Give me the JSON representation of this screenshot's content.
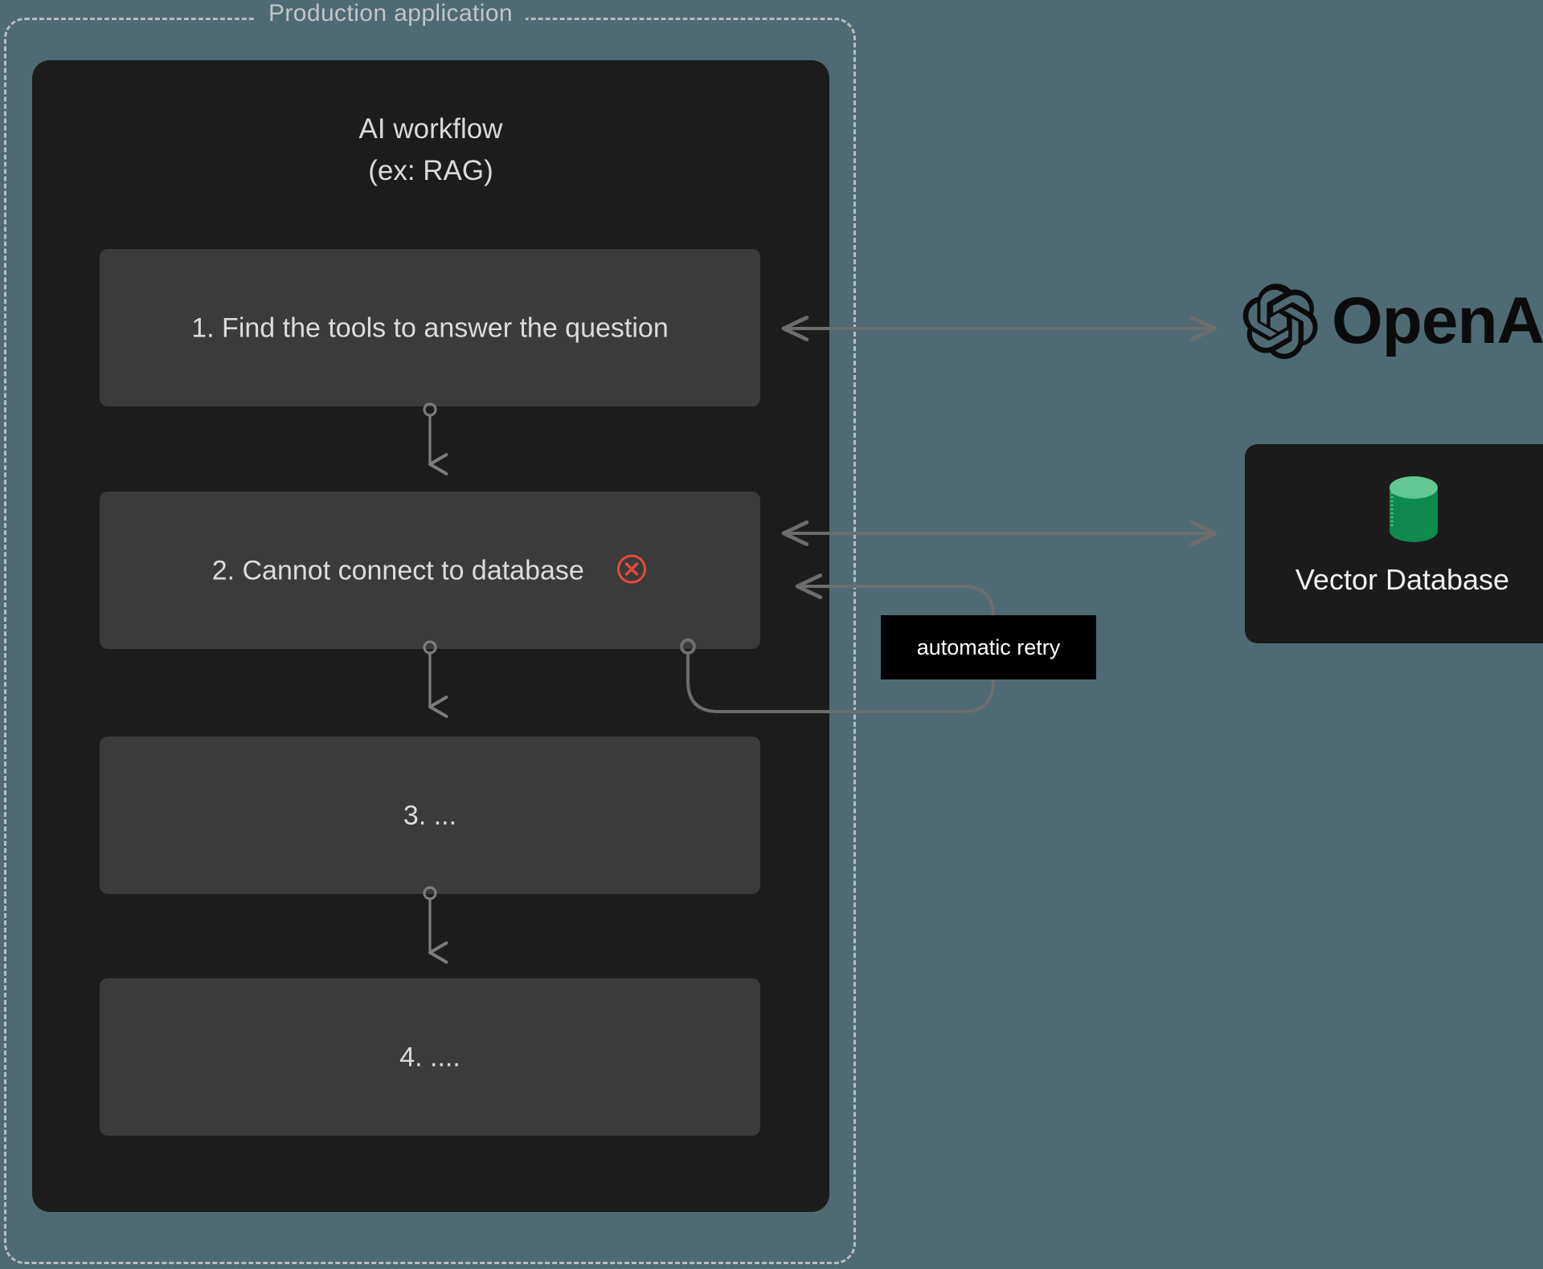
{
  "boundary": {
    "title": "Production application",
    "style": "dashed"
  },
  "workflow": {
    "title": "AI workflow\n(ex: RAG)",
    "steps": [
      {
        "label": "1.  Find the tools to answer the question",
        "status": "ok",
        "icon": ""
      },
      {
        "label": "2.  Cannot connect to database",
        "status": "error",
        "icon": "error-circle-x-icon"
      },
      {
        "label": "3.  ...",
        "status": "ok",
        "icon": ""
      },
      {
        "label": "4.  ....",
        "status": "ok",
        "icon": ""
      }
    ]
  },
  "annotations": {
    "retry_label": "automatic retry"
  },
  "services": {
    "openai": {
      "name": "OpenAI",
      "icon": "openai-logo-icon"
    },
    "vector_database": {
      "name": "Vector Database",
      "icon": "database-cylinder-icon"
    }
  },
  "colors": {
    "background": "#4e6b73",
    "panel": "#1c1c1c",
    "step_box": "#3b3b3b",
    "boundary_stroke": "#b9bcbd",
    "text_primary": "#dcdcdc",
    "error": "#e84b3c",
    "connector": "#6d6d6d",
    "label_background": "#000000",
    "db_top": "#63c792",
    "db_body": "#0f8a4d"
  }
}
